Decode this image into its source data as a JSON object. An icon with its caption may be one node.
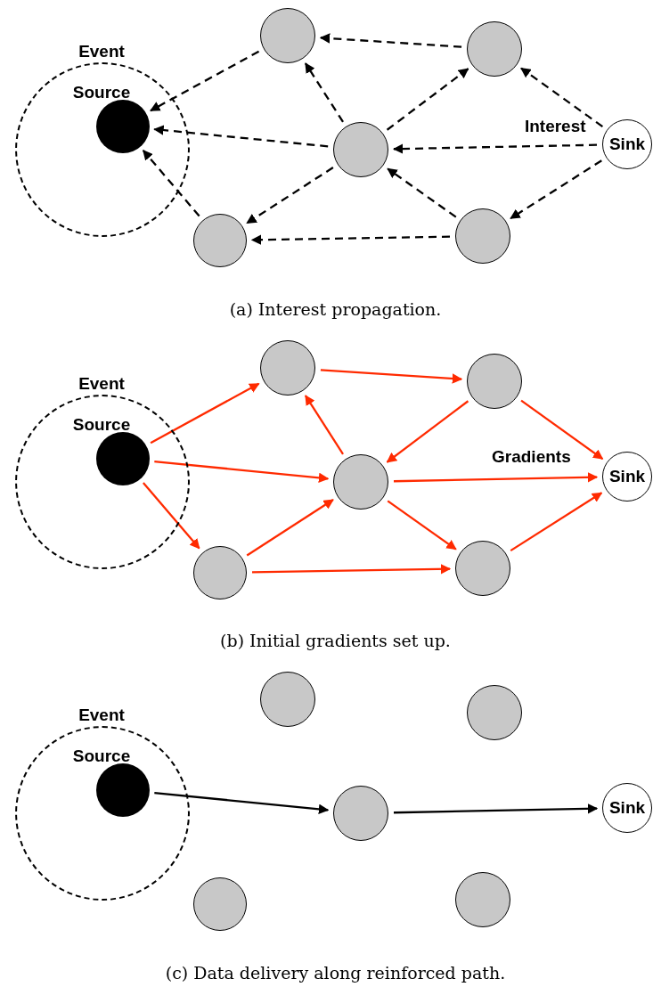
{
  "diagram": {
    "nodes": [
      {
        "text": [
          "Event Source"
        ]
      },
      {
        "text": [],
        "shape": "circle",
        "in": 0
      },
      {
        "text": [],
        "shape": "circle"
      },
      {
        "text": [],
        "shape": "circle"
      },
      {
        "text": [],
        "shape": "circle"
      },
      {
        "text": [
          "Sink"
        ]
      },
      {
        "text": [],
        "shape": "circle"
      },
      {
        "text": [],
        "shape": "circle"
      },
      {
        "text": [
          "Event Source"
        ]
      },
      {
        "text": [],
        "shape": "circle",
        "in": 8
      },
      {
        "text": [],
        "shape": "circle"
      },
      {
        "text": [],
        "shape": "circle"
      },
      {
        "text": [],
        "shape": "circle"
      },
      {
        "text": [
          "Sink"
        ]
      },
      {
        "text": [],
        "shape": "circle"
      },
      {
        "text": [],
        "shape": "circle"
      },
      {
        "text": [
          "Event Source"
        ]
      },
      {
        "text": [],
        "shape": "circle",
        "in": 16
      },
      {
        "text": [],
        "shape": "circle"
      },
      {
        "text": [],
        "shape": "circle"
      },
      {
        "text": [],
        "shape": "circle"
      },
      {
        "text": [
          "Sink"
        ]
      },
      {
        "text": [],
        "shape": "circle"
      },
      {
        "text": [],
        "shape": "circle"
      }
    ],
    "edges": [
      {
        "from": 3,
        "to": 2,
        "arrow": "to",
        "style": "dashed"
      },
      {
        "from": 2,
        "to": 1,
        "arrow": "to",
        "style": "dashed"
      },
      {
        "from": 4,
        "to": 2,
        "arrow": "to",
        "style": "dashed"
      },
      {
        "from": 4,
        "to": 3,
        "arrow": "to",
        "style": "dashed"
      },
      {
        "from": 5,
        "to": 3,
        "arrow": "to",
        "style": "dashed"
      },
      {
        "from": 5,
        "to": 4,
        "arrow": "to",
        "style": "dashed",
        "label": "Interest"
      },
      {
        "from": 4,
        "to": 1,
        "arrow": "to",
        "style": "dashed"
      },
      {
        "from": 5,
        "to": 7,
        "arrow": "to",
        "style": "dashed"
      },
      {
        "from": 7,
        "to": 4,
        "arrow": "to",
        "style": "dashed"
      },
      {
        "from": 4,
        "to": 6,
        "arrow": "to",
        "style": "dashed"
      },
      {
        "from": 6,
        "to": 1,
        "arrow": "to",
        "style": "dashed"
      },
      {
        "from": 7,
        "to": 6,
        "arrow": "to",
        "style": "dashed"
      },
      {
        "from": 9,
        "to": 10,
        "arrow": "to",
        "color": "#ff2a00"
      },
      {
        "from": 10,
        "to": 11,
        "arrow": "to",
        "color": "#ff2a00"
      },
      {
        "from": 12,
        "to": 10,
        "arrow": "to",
        "color": "#ff2a00"
      },
      {
        "from": 11,
        "to": 12,
        "arrow": "to",
        "color": "#ff2a00"
      },
      {
        "from": 11,
        "to": 13,
        "arrow": "to",
        "color": "#ff2a00"
      },
      {
        "from": 9,
        "to": 12,
        "arrow": "to",
        "color": "#ff2a00"
      },
      {
        "from": 12,
        "to": 13,
        "arrow": "to",
        "color": "#ff2a00",
        "label": "Gradients"
      },
      {
        "from": 9,
        "to": 14,
        "arrow": "to",
        "color": "#ff2a00"
      },
      {
        "from": 14,
        "to": 12,
        "arrow": "to",
        "color": "#ff2a00"
      },
      {
        "from": 12,
        "to": 15,
        "arrow": "to",
        "color": "#ff2a00"
      },
      {
        "from": 14,
        "to": 15,
        "arrow": "to",
        "color": "#ff2a00"
      },
      {
        "from": 15,
        "to": 13,
        "arrow": "to",
        "color": "#ff2a00"
      },
      {
        "from": 17,
        "to": 20,
        "arrow": "to"
      },
      {
        "from": 20,
        "to": 21,
        "arrow": "to"
      }
    ],
    "labels": [
      "(a) Interest propagation.",
      "(b) Initial gradients set up.",
      "(c) Data delivery along reinforced path."
    ]
  }
}
